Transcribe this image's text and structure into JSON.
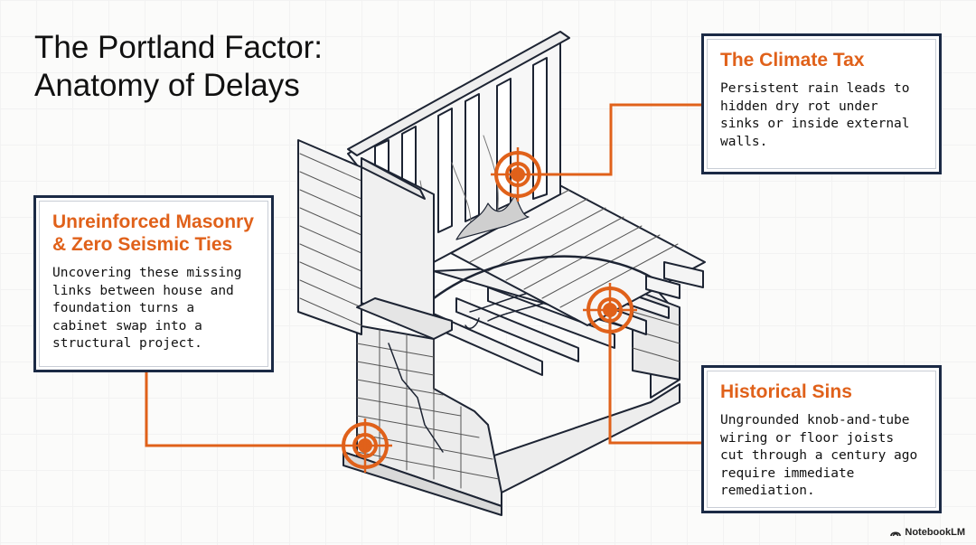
{
  "title": {
    "line1": "The Portland Factor:",
    "line2": "Anatomy of Delays"
  },
  "callouts": [
    {
      "heading": "Unreinforced Masonry & Zero Seismic Ties",
      "body": "Uncovering these missing links between house and foundation turns a cabinet swap into a structural project."
    },
    {
      "heading": "The Climate Tax",
      "body": "Persistent rain leads to hidden dry rot under sinks or inside external walls."
    },
    {
      "heading": "Historical Sins",
      "body": "Ungrounded knob-and-tube wiring or floor joists cut through a century ago require immediate remediation."
    }
  ],
  "brand": "NotebookLM",
  "colors": {
    "accent": "#e0611a",
    "navy": "#1b2a45",
    "ink": "#111111"
  }
}
